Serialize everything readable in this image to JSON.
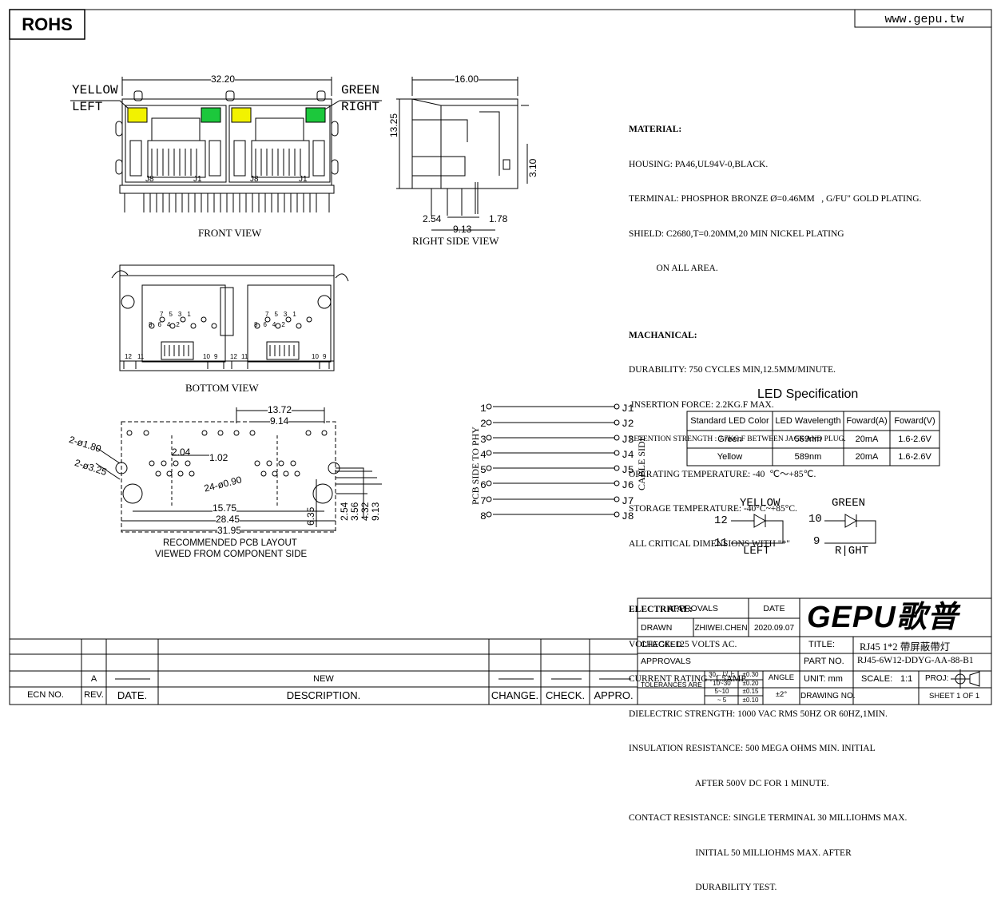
{
  "header": {
    "rohs": "ROHS",
    "website": "www.gepu.tw"
  },
  "views": {
    "front": {
      "caption": "FRONT VIEW",
      "dim_width": "32.20",
      "led_left_label_1": "YELLOW",
      "led_left_label_2": "LEFT",
      "led_right_label_1": "GREEN",
      "led_right_label_2": "RIGHT",
      "pin_j8_a": "J8",
      "pin_j1_a": "J1",
      "pin_j8_b": "J8",
      "pin_j1_b": "J1"
    },
    "side": {
      "caption": "RIGHT SIDE VIEW",
      "dim_depth": "16.00",
      "dim_height": "13.25",
      "dim_310": "3.10",
      "dim_254": "2.54",
      "dim_178": "1.78",
      "dim_913": "9.13"
    },
    "bottom": {
      "caption": "BOTTOM VIEW",
      "pins_top": [
        "7",
        "5",
        "3",
        "1"
      ],
      "pins_bottom": [
        "8",
        "6",
        "4",
        "2"
      ],
      "pins_12": "12",
      "pins_11": "11",
      "pins_10": "10",
      "pins_9": "9"
    },
    "pcb": {
      "caption_1": "RECOMMENDED PCB LAYOUT",
      "caption_2": "VIEWED FROM COMPONENT SIDE",
      "dim_1372": "13.72",
      "dim_914": "9.14",
      "dim_204": "2.04",
      "dim_102": "1.02",
      "hole_180": "2-ø1.80",
      "hole_325": "2-ø3.25",
      "hole_090": "24-ø0.90",
      "dim_1575": "15.75",
      "dim_2845": "28.45",
      "dim_3195": "31.95",
      "dim_635": "6.35",
      "dim_254": "2.54",
      "dim_356": "3.56",
      "dim_432": "4.32",
      "dim_913": "9.13"
    }
  },
  "specs": {
    "material_title": "MATERIAL:",
    "material_lines": [
      "HOUSING: PA46,UL94V-0,BLACK.",
      "TERMINAL: PHOSPHOR BRONZE Ø=0.46MM   , G/FU\" GOLD PLATING.",
      "SHIELD: C2680,T=0.20MM,20 MIN NICKEL PLATING",
      "            ON ALL AREA."
    ],
    "mech_title": "MACHANICAL:",
    "mech_lines": [
      "DURABILITY: 750 CYCLES MIN,12.5MM/MINUTE.",
      " INSERTION FORCE: 2.2KG.F MAX.",
      "RETENTION STRENGTH : 7.7KG.F BETWEEN JACK AND PLUG.",
      "OPERATING TEMPERATURE: -40  ℃～+85℃.",
      "STORAGE TEMPERATURE: -40°C~+85°C.",
      "ALL CRITICAL DIMENSIONS WITH \"*\""
    ],
    "elec_title": "ELECTRICAL:",
    "elec_lines": [
      "VOLTAGE: 125 VOLTS AC.",
      "CURRENT RATING : 1.5AMP.",
      "DIELECTRIC STRENGTH: 1000 VAC RMS 50HZ OR 60HZ,1MIN.",
      "INSULATION RESISTANCE: 500 MEGA OHMS MIN. INITIAL",
      "                             AFTER 500V DC FOR 1 MINUTE.",
      "CONTACT RESISTANCE: SINGLE TERMINAL 30 MILLIOHMS MAX.",
      "                             INITIAL 50 MILLIOHMS MAX. AFTER",
      "                             DURABILITY TEST."
    ]
  },
  "led_spec": {
    "title": "LED Specification",
    "headers": [
      "Standard LED Color",
      "LED Wavelength",
      "Foward(A)",
      "Foward(V)"
    ],
    "rows": [
      [
        "Green",
        "569nm",
        "20mA",
        "1.6-2.6V"
      ],
      [
        "Yellow",
        "589nm",
        "20mA",
        "1.6-2.6V"
      ]
    ],
    "yellow_label": "YELLOW",
    "green_label": "GREEN",
    "left_label": "LEFT",
    "right_label": "R|GHT",
    "pin_12": "12",
    "pin_11": "11",
    "pin_10": "10",
    "pin_9": "9"
  },
  "schematic": {
    "pcb_side": "PCB SIDE TO PHY",
    "cable_side": "CABLE SIDE",
    "left_pins": [
      "1",
      "2",
      "3",
      "4",
      "5",
      "6",
      "7",
      "8"
    ],
    "right_pins": [
      "J1",
      "J2",
      "J3",
      "J4",
      "J5",
      "J6",
      "J7",
      "J8"
    ]
  },
  "title_block": {
    "approvals": "APPROVALS",
    "date": "DATE",
    "drawn": "DRAWN",
    "drawn_by": "ZHIWEI.CHEN",
    "drawn_date": "2020.09.07",
    "checked": "CHECKED",
    "approvals2": "APPROVALS",
    "tolerances": "TOLERANCES ARE",
    "tol_ranges": [
      "30←以上",
      "10~30",
      "5~10",
      "~ 5"
    ],
    "tol_values": [
      "±0.30",
      "±0.20",
      "±0.15",
      "±0.10"
    ],
    "angle": "ANGLE",
    "angle_val": "±2°",
    "logo": "GEPU歌普",
    "title_label": "TITLE:",
    "title_value": "RJ45  1*2  帶屏蔽帶灯",
    "part_label": "PART  NO.",
    "part_value": "RJ45-6W12-DDYG-AA-88-B1",
    "unit_label": "UNIT:  mm",
    "scale_label": "SCALE:",
    "scale_value": "1:1",
    "proj_label": "PROJ:",
    "drawing_no": "DRAWING  NO.",
    "sheet": "SHEET   1  OF  1"
  },
  "revision_block": {
    "rev_value": "A",
    "desc_value": "NEW",
    "footer": [
      "ECN  NO.",
      "REV.",
      "DATE.",
      "DESCRIPTION.",
      "CHANGE.",
      "CHECK.",
      "APPRO."
    ]
  },
  "colors": {
    "led_yellow": "#f2f200",
    "led_green": "#1cc83c"
  }
}
